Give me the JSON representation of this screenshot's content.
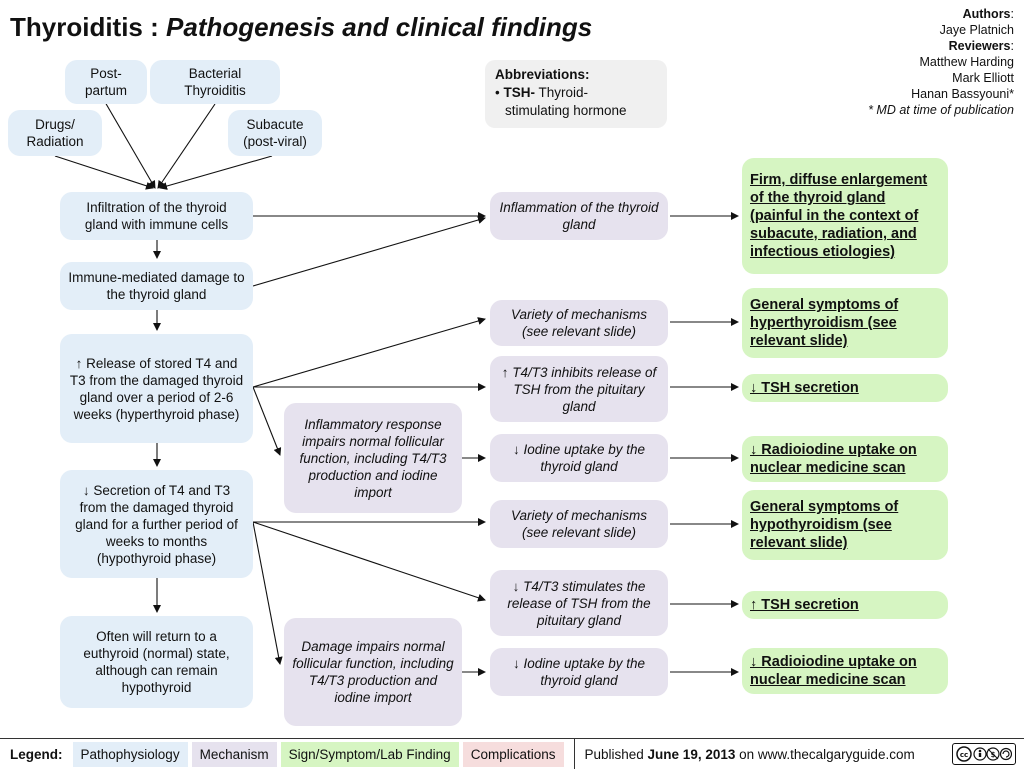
{
  "title": {
    "main": "Thyroiditis",
    "sep": " : ",
    "sub": "Pathogenesis and clinical findings"
  },
  "credits": {
    "authors_label": "Authors",
    "author": "Jaye Platnich",
    "reviewers_label": "Reviewers",
    "reviewers": [
      "Matthew Harding",
      "Mark Elliott",
      "Hanan Bassyouni*"
    ],
    "note": "* MD at time of publication"
  },
  "abbreviations": {
    "heading": "Abbreviations:",
    "item_term": "TSH-",
    "item_def_1": " Thyroid-",
    "item_def_2": "stimulating hormone"
  },
  "causes": {
    "postpartum": "Post-partum",
    "bacterial": "Bacterial Thyroiditis",
    "drugs": "Drugs/ Radiation",
    "subacute": "Subacute (post-viral)"
  },
  "patho": {
    "infiltration": "Infiltration of the thyroid gland with immune cells",
    "immune_damage": "Immune-mediated damage to the thyroid gland",
    "release": "↑ Release of stored T4 and T3 from the damaged thyroid gland over a period of 2-6 weeks (hyperthyroid phase)",
    "secretion": "↓ Secretion of T4 and T3 from the damaged thyroid gland for a further period of weeks to months (hypothyroid phase)",
    "return": "Often will return to a euthyroid (normal) state, although can remain hypothyroid"
  },
  "mechanisms": {
    "inflammation": "Inflammation of the thyroid gland",
    "variety_1": "Variety of mechanisms (see relevant slide)",
    "inhibits": "↑ T4/T3 inhibits release of TSH from the pituitary gland",
    "inflammatory_response": "Inflammatory response impairs normal follicular function, including T4/T3 production and iodine import",
    "iodine_1": "↓ Iodine uptake by the thyroid gland",
    "variety_2": "Variety of mechanisms (see relevant slide)",
    "stimulates": "↓ T4/T3 stimulates the release of TSH from the pituitary gland",
    "damage_impairs": "Damage impairs normal follicular function, including T4/T3 production and iodine import",
    "iodine_2": "↓ Iodine uptake by the thyroid gland"
  },
  "signs": {
    "enlargement": "Firm, diffuse enlargement of the thyroid gland (painful in the context of subacute, radiation, and infectious etiologies)",
    "hyper": "General symptoms of hyperthyroidism (see relevant slide)",
    "tsh_down": "↓ TSH secretion",
    "rai_up": "↓ Radioiodine uptake on nuclear medicine scan",
    "hypo": "General symptoms of hypothyroidism (see relevant slide)",
    "tsh_up": "↑ TSH secretion",
    "rai_down": "↓ Radioiodine uptake on nuclear medicine scan"
  },
  "legend": {
    "label": "Legend:",
    "items": [
      "Pathophysiology",
      "Mechanism",
      "Sign/Symptom/Lab Finding",
      "Complications"
    ],
    "colors": [
      "#e3eef8",
      "#e6e2ee",
      "#d6f5c2",
      "#f6dddd"
    ],
    "published_prefix": "Published ",
    "published_date": "June 19, 2013",
    "published_suffix": " on www.thecalgaryguide.com",
    "license_icon": "creative-commons-by-nc-sa-icon"
  }
}
